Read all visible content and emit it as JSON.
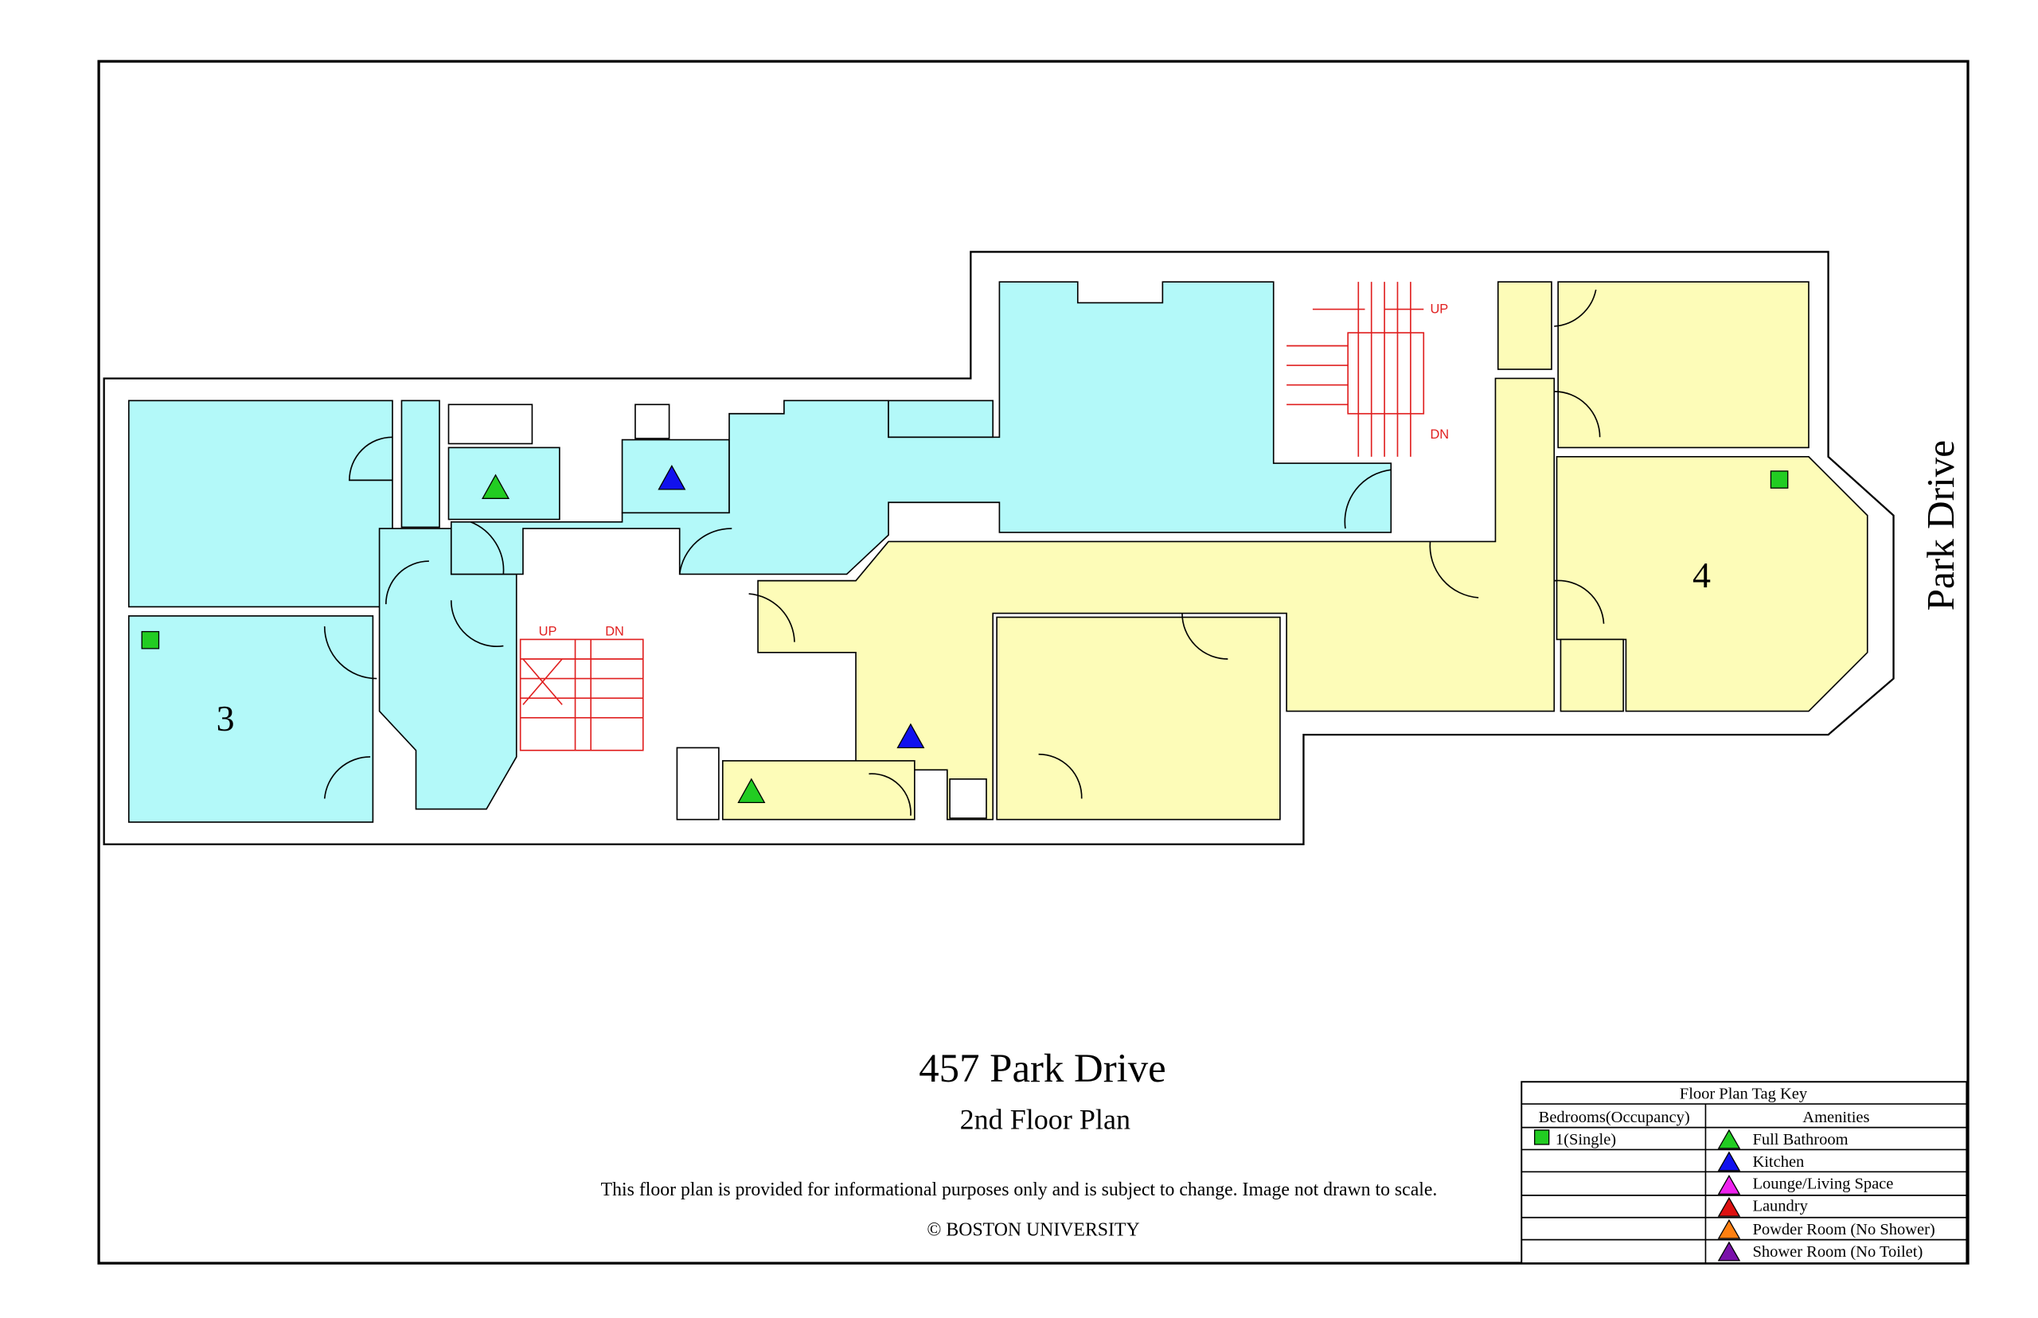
{
  "title": "457 Park Drive",
  "subtitle": "2nd Floor Plan",
  "disclaimer": "This floor plan is provided for informational purposes only and is subject to change. Image not drawn to scale.",
  "copyright": "© BOSTON UNIVERSITY",
  "street_label": "Park Drive",
  "rooms": [
    {
      "number": "3"
    },
    {
      "number": "4"
    }
  ],
  "stairs": {
    "up": "UP",
    "dn": "DN"
  },
  "colors": {
    "cyan_unit": "#b3f9f9",
    "yellow_unit": "#fdfcb8",
    "stairs": "#e02020"
  },
  "legend": {
    "title": "Floor Plan Tag Key",
    "bedrooms_header": "Bedrooms(Occupancy)",
    "amenities_header": "Amenities",
    "bedrooms": [
      {
        "label": "1(Single)",
        "color": "#22cc22"
      }
    ],
    "amenities": [
      {
        "label": "Full Bathroom",
        "color": "#22cc22"
      },
      {
        "label": "Kitchen",
        "color": "#1111ee"
      },
      {
        "label": "Lounge/Living Space",
        "color": "#ee22ee"
      },
      {
        "label": "Laundry",
        "color": "#dd1111"
      },
      {
        "label": "Powder Room (No Shower)",
        "color": "#ff8011"
      },
      {
        "label": "Shower Room (No Toilet)",
        "color": "#7a11aa"
      }
    ]
  }
}
